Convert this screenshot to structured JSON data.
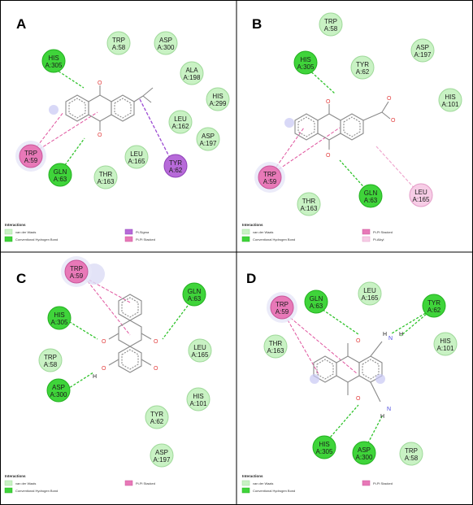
{
  "colors": {
    "vdw_fill": "#c9f2c4",
    "vdw_stroke": "#9fd99a",
    "hbond_fill": "#3fd43a",
    "hbond_stroke": "#22b11f",
    "pipi_fill": "#e879b8",
    "pipi_stroke": "#c9559a",
    "pisigma_fill": "#b76ad9",
    "pisigma_stroke": "#8f42b8",
    "alkyl_fill": "#f7cde6",
    "alkyl_stroke": "#e39cc7",
    "hbond_line": "#2fc32b",
    "pipi_line": "#e0559f",
    "pisigma_line": "#9b49d2",
    "alkyl_line": "#f0a9cf",
    "oxygen": "#e23b3b",
    "nitrogen": "#4a4ae0",
    "bond": "#8a8a8a"
  },
  "panels": [
    {
      "letter": "A",
      "residues": [
        {
          "id": "HIS",
          "num": "A:305",
          "type": "hbond"
        },
        {
          "id": "TRP",
          "num": "A:58",
          "type": "vdw"
        },
        {
          "id": "ASP",
          "num": "A:300",
          "type": "vdw"
        },
        {
          "id": "ALA",
          "num": "A:198",
          "type": "vdw"
        },
        {
          "id": "HIS",
          "num": "A:299",
          "type": "vdw"
        },
        {
          "id": "LEU",
          "num": "A:162",
          "type": "vdw"
        },
        {
          "id": "ASP",
          "num": "A:197",
          "type": "vdw"
        },
        {
          "id": "LEU",
          "num": "A:165",
          "type": "vdw"
        },
        {
          "id": "TRP",
          "num": "A:59",
          "type": "pipi"
        },
        {
          "id": "GLN",
          "num": "A:63",
          "type": "hbond"
        },
        {
          "id": "THR",
          "num": "A:163",
          "type": "vdw"
        },
        {
          "id": "TYR",
          "num": "A:62",
          "type": "pisigma"
        }
      ],
      "legend": {
        "title": "Interactions",
        "items": [
          {
            "label": "van der Waals",
            "type": "vdw"
          },
          {
            "label": "Conventional Hydrogen Bond",
            "type": "hbond"
          },
          {
            "label": "Pi-Sigma",
            "type": "pisigma"
          },
          {
            "label": "Pi-Pi Stacked",
            "type": "pipi"
          }
        ]
      }
    },
    {
      "letter": "B",
      "residues": [
        {
          "id": "TRP",
          "num": "A:58",
          "type": "vdw"
        },
        {
          "id": "HIS",
          "num": "A:305",
          "type": "hbond"
        },
        {
          "id": "TYR",
          "num": "A:62",
          "type": "vdw"
        },
        {
          "id": "ASP",
          "num": "A:197",
          "type": "vdw"
        },
        {
          "id": "HIS",
          "num": "A:101",
          "type": "vdw"
        },
        {
          "id": "TRP",
          "num": "A:59",
          "type": "pipi"
        },
        {
          "id": "THR",
          "num": "A:163",
          "type": "vdw"
        },
        {
          "id": "GLN",
          "num": "A:63",
          "type": "hbond"
        },
        {
          "id": "LEU",
          "num": "A:165",
          "type": "alkyl"
        }
      ],
      "legend": {
        "title": "Interactions",
        "items": [
          {
            "label": "van der Waals",
            "type": "vdw"
          },
          {
            "label": "Conventional Hydrogen Bond",
            "type": "hbond"
          },
          {
            "label": "Pi-Pi Stacked",
            "type": "pipi"
          },
          {
            "label": "Pi-Alkyl",
            "type": "alkyl"
          }
        ]
      }
    },
    {
      "letter": "C",
      "residues": [
        {
          "id": "TRP",
          "num": "A:59",
          "type": "pipi"
        },
        {
          "id": "GLN",
          "num": "A:63",
          "type": "hbond"
        },
        {
          "id": "HIS",
          "num": "A:305",
          "type": "hbond"
        },
        {
          "id": "LEU",
          "num": "A:165",
          "type": "vdw"
        },
        {
          "id": "TRP",
          "num": "A:58",
          "type": "vdw"
        },
        {
          "id": "HIS",
          "num": "A:101",
          "type": "vdw"
        },
        {
          "id": "ASP",
          "num": "A:300",
          "type": "hbond"
        },
        {
          "id": "TYR",
          "num": "A:62",
          "type": "vdw"
        },
        {
          "id": "ASP",
          "num": "A:197",
          "type": "vdw"
        }
      ],
      "legend": {
        "title": "Interactions",
        "items": [
          {
            "label": "van der Waals",
            "type": "vdw"
          },
          {
            "label": "Conventional Hydrogen Bond",
            "type": "hbond"
          },
          {
            "label": "Pi-Pi Stacked",
            "type": "pipi"
          }
        ]
      }
    },
    {
      "letter": "D",
      "residues": [
        {
          "id": "THR",
          "num": "A:163",
          "type": "vdw"
        },
        {
          "id": "GLN",
          "num": "A:63",
          "type": "hbond"
        },
        {
          "id": "LEU",
          "num": "A:165",
          "type": "vdw"
        },
        {
          "id": "TYR",
          "num": "A:62",
          "type": "hbond"
        },
        {
          "id": "TRP",
          "num": "A:59",
          "type": "pipi"
        },
        {
          "id": "HIS",
          "num": "A:101",
          "type": "vdw"
        },
        {
          "id": "HIS",
          "num": "A:305",
          "type": "hbond"
        },
        {
          "id": "ASP",
          "num": "A:300",
          "type": "hbond"
        },
        {
          "id": "TRP",
          "num": "A:58",
          "type": "vdw"
        }
      ],
      "legend": {
        "title": "Interactions",
        "items": [
          {
            "label": "van der Waals",
            "type": "vdw"
          },
          {
            "label": "Conventional Hydrogen Bond",
            "type": "hbond"
          },
          {
            "label": "Pi-Pi Stacked",
            "type": "pipi"
          }
        ]
      }
    }
  ],
  "atoms": {
    "oxygen": "O",
    "hydrogen": "H",
    "nitrogen": "N"
  }
}
